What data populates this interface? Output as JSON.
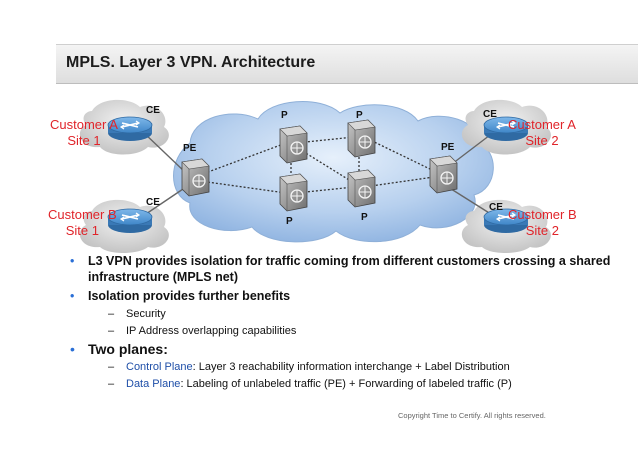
{
  "title": "MPLS. Layer 3 VPN. Architecture",
  "diagram": {
    "device_labels": {
      "ce_top_left": "CE",
      "ce_bottom_left": "CE",
      "pe_left": "PE",
      "p_top_1": "P",
      "p_top_2": "P",
      "p_bottom_1": "P",
      "p_bottom_2": "P",
      "pe_right": "PE",
      "ce_top_right": "CE",
      "ce_bottom_right": "CE"
    },
    "customers": {
      "a_site1": [
        "Customer A",
        "Site 1"
      ],
      "b_site1": [
        "Customer B",
        "Site 1"
      ],
      "a_site2": [
        "Customer A",
        "Site 2"
      ],
      "b_site2": [
        "Customer B",
        "Site 2"
      ]
    },
    "colors": {
      "customer_text": "#e0242a",
      "cloud": "#aac6ea",
      "router": "#3f86c8",
      "switch": "#7a7a7a"
    }
  },
  "bullets": [
    {
      "text": "L3 VPN provides isolation for traffic coming from different customers crossing a shared infrastructure (MPLS net)"
    },
    {
      "text": "Isolation provides further benefits",
      "sub": [
        "Security",
        "IP Address overlapping capabilities"
      ]
    },
    {
      "text": "Two planes:",
      "planes": [
        {
          "name": "Control Plane",
          "desc": ": Layer 3 reachability information interchange + Label Distribution"
        },
        {
          "name": "Data Plane",
          "desc": ": Labeling of unlabeled traffic (PE) + Forwarding of labeled traffic (P)"
        }
      ]
    }
  ],
  "bullet_symbol": "•",
  "dash_symbol": "–",
  "copyright": "Copyright Time to Certify. All rights reserved."
}
